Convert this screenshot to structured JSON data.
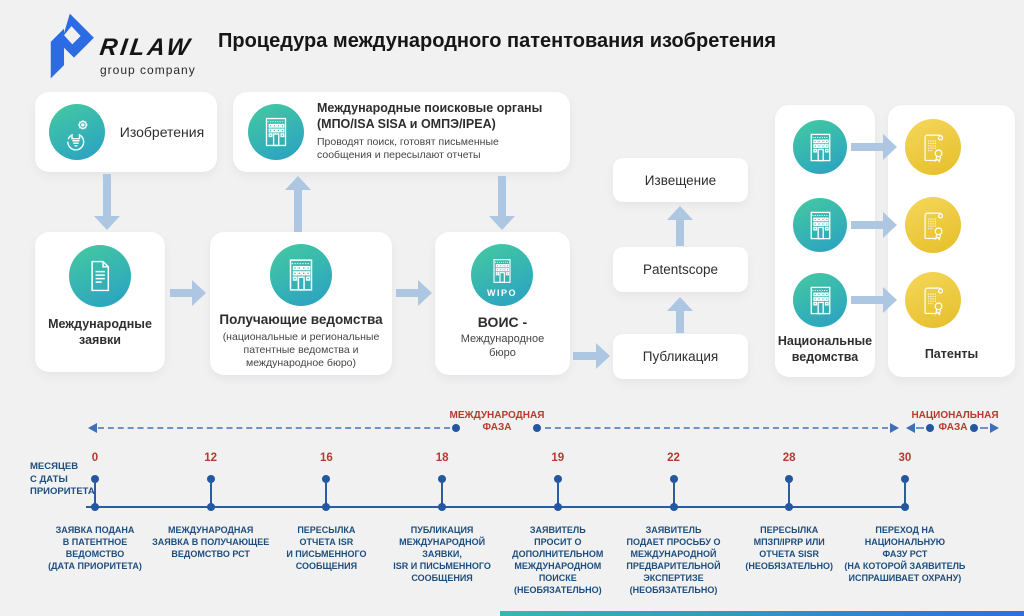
{
  "header": {
    "brand": "RILAW",
    "brand_tagline": "group company",
    "title": "Процедура международного патентования изобретения"
  },
  "flowchart": {
    "inventions_label": "Изобретения",
    "isa_title": "Международные поисковые органы\n(МПО/ISA SISA и ОМПЭ/IPEA)",
    "isa_subtitle": "Проводят поиск, готовят письменные\nсообщения и пересылают отчеты",
    "intl_applications_label": "Международные\nзаявки",
    "receiving_title": "Получающие ведомства",
    "receiving_subtitle": "(национальные и региональные\nпатентные ведомства и\nмеждународное бюро)",
    "wipo_badge": "WIPO",
    "wipo_title": "ВОИС -",
    "wipo_subtitle": "Международное\nбюро",
    "notice_label": "Извещение",
    "patentscope_label": "Patentscope",
    "publication_label": "Публикация",
    "national_offices_label": "Национальные\nведомства",
    "national_offices_count": 3,
    "patents_label": "Патенты"
  },
  "timeline": {
    "axis_label": "МЕСЯЦЕВ\nС ДАТЫ\nПРИОРИТЕТА",
    "international_phase": {
      "line1": "МЕЖДУНАРОДНАЯ",
      "line2": "ФАЗА"
    },
    "national_phase": {
      "line1": "НАЦИОНАЛЬНАЯ",
      "line2": "ФАЗА"
    },
    "milestones": [
      {
        "month": "0",
        "label": "ЗАЯВКА ПОДАНА\nВ ПАТЕНТНОЕ\nВЕДОМСТВО\n(ДАТА ПРИОРИТЕТА)"
      },
      {
        "month": "12",
        "label": "МЕЖДУНАРОДНАЯ\nЗАЯВКА В ПОЛУЧАЮЩЕЕ\nВЕДОМСТВО РСТ"
      },
      {
        "month": "16",
        "label": "ПЕРЕСЫЛКА\nОТЧЕТА ISR\nИ ПИСЬМЕННОГО\nСООБЩЕНИЯ"
      },
      {
        "month": "18",
        "label": "ПУБЛИКАЦИЯ\nМЕЖДУНАРОДНОЙ ЗАЯВКИ,\nISR И ПИСЬМЕННОГО\nСООБЩЕНИЯ"
      },
      {
        "month": "19",
        "label": "ЗАЯВИТЕЛЬ\nПРОСИТ О\nДОПОЛНИТЕЛЬНОМ\nМЕЖДУНАРОДНОМ ПОИСКЕ\n(НЕОБЯЗАТЕЛЬНО)"
      },
      {
        "month": "22",
        "label": "ЗАЯВИТЕЛЬ\nПОДАЕТ ПРОСЬБУ О\nМЕЖДУНАРОДНОЙ\nПРЕДВАРИТЕЛЬНОЙ\nЭКСПЕРТИЗЕ\n(НЕОБЯЗАТЕЛЬНО)"
      },
      {
        "month": "28",
        "label": "ПЕРЕСЫЛКА\nМПЗП/IPRP ИЛИ\nОТЧЕТА SISR\n(НЕОБЯЗАТЕЛЬНО)"
      },
      {
        "month": "30",
        "label": "ПЕРЕХОД НА\nНАЦИОНАЛЬНУЮ\nФАЗУ РСТ\n(НА КОТОРОЙ ЗАЯВИТЕЛЬ\nИСПРАШИВАЕТ ОХРАНУ)"
      }
    ]
  },
  "colors": {
    "background": "#f1f1f2",
    "accent_teal": "#30b4ab",
    "accent_gold": "#ecc93d",
    "arrow_blue": "#adc6e2",
    "timeline_blue": "#2b5d9e",
    "phase_red": "#b43b2e",
    "brand_blue": "#2b6be4"
  }
}
